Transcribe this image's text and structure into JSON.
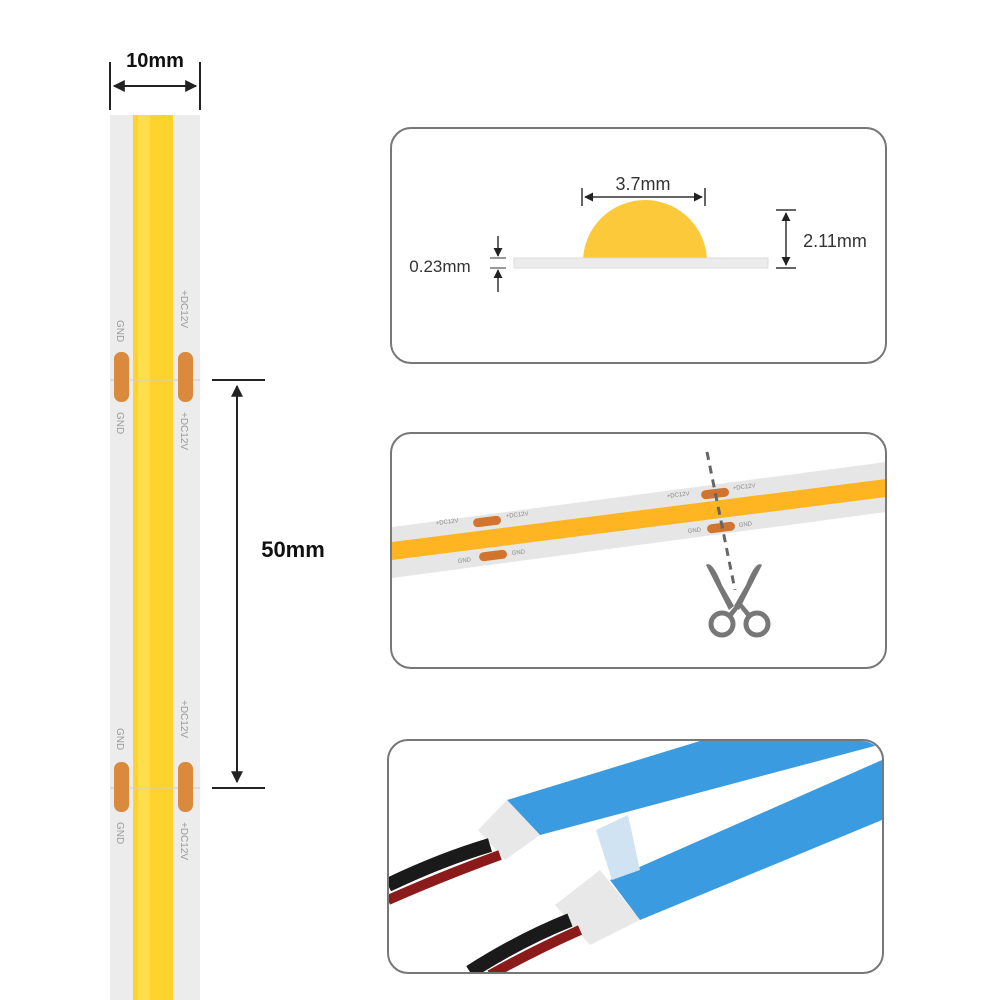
{
  "strip": {
    "width_label": "10mm",
    "cut_interval_label": "50mm",
    "pad_positive_label": "+DC12V",
    "pad_ground_label": "GND"
  },
  "cross_section_panel": {
    "chip_width_label": "3.7mm",
    "height_label": "2.11mm",
    "pcb_thickness_label": "0.23mm"
  },
  "cut_panel": {
    "pad_positive_label": "+DC12V",
    "pad_ground_label": "GND",
    "icon": "scissors-icon"
  },
  "adhesive_panel": {
    "icon": "adhesive-tape"
  },
  "colors": {
    "led_yellow": "#ffd22e",
    "pad_orange": "#d98a3c",
    "pcb_white": "#ececec",
    "tape_blue": "#3a9be0"
  }
}
